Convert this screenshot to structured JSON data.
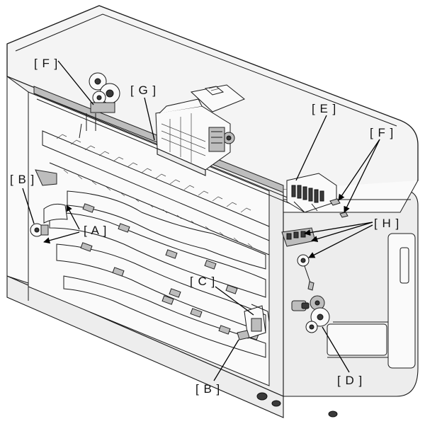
{
  "labels": {
    "a": "[ A ]",
    "b_left": "[ B ]",
    "b_bottom": "[ B ]",
    "c": "[ C ]",
    "d": "[ D ]",
    "e": "[ E ]",
    "f_top": "[ F ]",
    "f_right": "[ F ]",
    "g": "[ G ]",
    "h": "[ H ]"
  }
}
